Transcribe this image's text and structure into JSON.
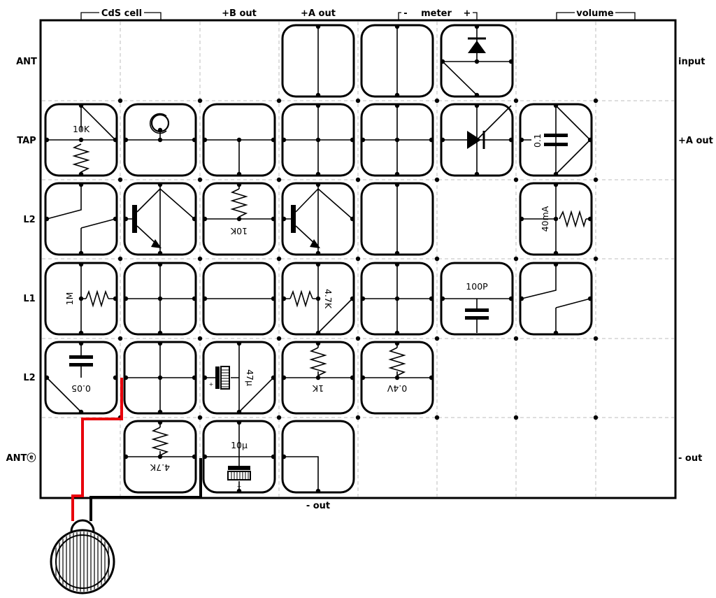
{
  "top_labels": {
    "cds_cell": "CdS cell",
    "b_out": "+B out",
    "a_out": "+A out",
    "meter_minus": "-",
    "meter": "meter",
    "meter_plus": "+",
    "volume": "volume"
  },
  "left_labels": [
    "ANT",
    "TAP",
    "L2",
    "L1",
    "L2",
    "ANTⓔ"
  ],
  "right_labels": {
    "input": "input",
    "a_out": "+A out",
    "minus_out": "- out"
  },
  "bottom_label": "- out",
  "values": {
    "r10k_a": "10K",
    "r10k_b": "10K",
    "c01": "0.1",
    "i40ma": "40mA",
    "r1m": "1M",
    "r47k_a": "4.7K",
    "c100p": "100P",
    "c005": "0.05",
    "c47u": "47μ",
    "r1k": "1K",
    "v04": "0.4V",
    "r47k_b": "4.7K",
    "c10u": "10μ",
    "plus_a": "+",
    "plus_b": "+"
  },
  "colors": {
    "wire_red": "#e8000b",
    "wire_black": "#000000",
    "grid": "#bdbdbd"
  }
}
